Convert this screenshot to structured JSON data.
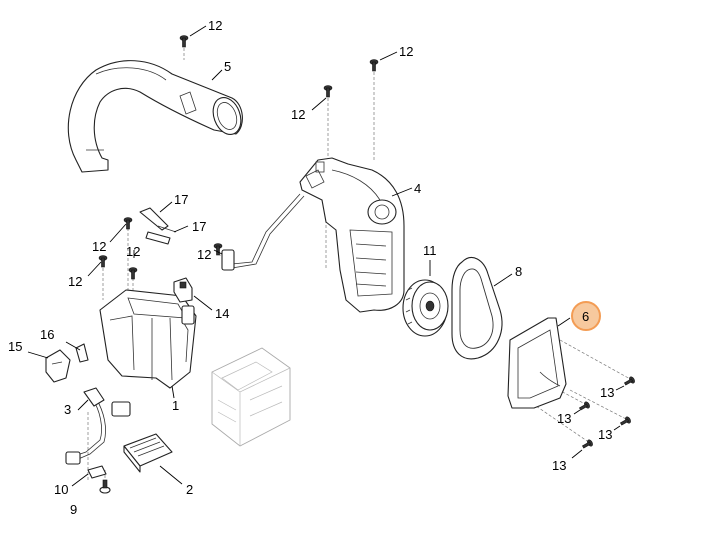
{
  "highlight_color": "#f39c54",
  "highlight_fill": "#f7c99e",
  "labels": {
    "c1": "12",
    "c2": "12",
    "c3": "5",
    "c4": "12",
    "c5": "4",
    "c6": "17",
    "c7": "17",
    "c8": "12",
    "c9": "12",
    "c10": "12",
    "c11": "12",
    "c12": "11",
    "c13": "8",
    "c14": "6",
    "c15": "14",
    "c16": "16",
    "c17": "15",
    "c18": "1",
    "c19": "3",
    "c20": "13",
    "c21": "13",
    "c22": "13",
    "c23": "13",
    "c24": "10",
    "c25": "2",
    "c26": "9"
  }
}
